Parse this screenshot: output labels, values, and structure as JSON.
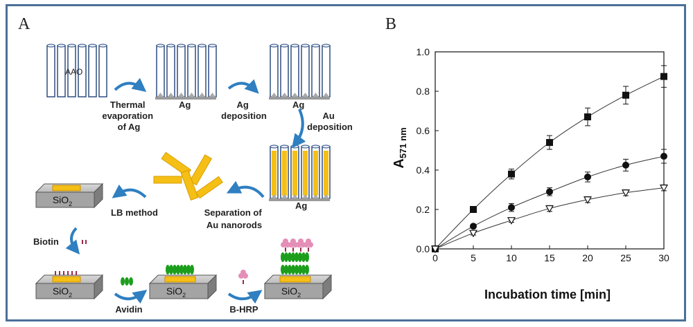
{
  "panel_a": {
    "letter": "A",
    "labels": {
      "aao": "AAO",
      "ag1": "Ag",
      "ag2": "Ag",
      "ag3": "Ag",
      "thermal": [
        "Thermal",
        "evaporation",
        "of Ag"
      ],
      "ag_dep": [
        "Ag",
        "deposition"
      ],
      "au_dep": [
        "Au",
        "deposition"
      ],
      "separation": [
        "Separation of",
        "Au nanorods"
      ],
      "lb": "LB method",
      "biotin": "Biotin",
      "avidin": "Avidin",
      "bhrp": "B-HRP",
      "sio2_base": "SiO",
      "sio2_sub": "2"
    }
  },
  "panel_b": {
    "letter": "B"
  },
  "colors": {
    "frame": "#4a6f99",
    "pore": "#2e4d80",
    "gold": "#f5bf16",
    "arrow": "#2f7fc1",
    "avidin": "#1c9e1c",
    "hrp": "#e58fb8"
  },
  "chart_data": {
    "type": "line",
    "xlabel": "Incubation time [min]",
    "ylabel_main": "A",
    "ylabel_sub": "571 nm",
    "xlim": [
      0,
      30
    ],
    "ylim": [
      0,
      1.0
    ],
    "x_ticks": [
      0,
      5,
      10,
      15,
      20,
      25,
      30
    ],
    "y_ticks": [
      "0.0",
      "0.2",
      "0.4",
      "0.6",
      "0.8",
      "1.0"
    ],
    "x": [
      0,
      5,
      10,
      15,
      20,
      25,
      30
    ],
    "series": [
      {
        "marker": "square",
        "values": [
          0.0,
          0.2,
          0.38,
          0.54,
          0.67,
          0.78,
          0.875
        ],
        "errors": [
          0.0,
          0.015,
          0.025,
          0.035,
          0.045,
          0.045,
          0.055
        ]
      },
      {
        "marker": "circle",
        "values": [
          0.0,
          0.115,
          0.21,
          0.29,
          0.365,
          0.425,
          0.47
        ],
        "errors": [
          0.0,
          0.01,
          0.02,
          0.02,
          0.025,
          0.03,
          0.035
        ]
      },
      {
        "marker": "triangle-open",
        "values": [
          0.0,
          0.08,
          0.145,
          0.205,
          0.25,
          0.285,
          0.31
        ],
        "errors": [
          0.0,
          0.01,
          0.01,
          0.015,
          0.015,
          0.015,
          0.015
        ]
      }
    ]
  }
}
